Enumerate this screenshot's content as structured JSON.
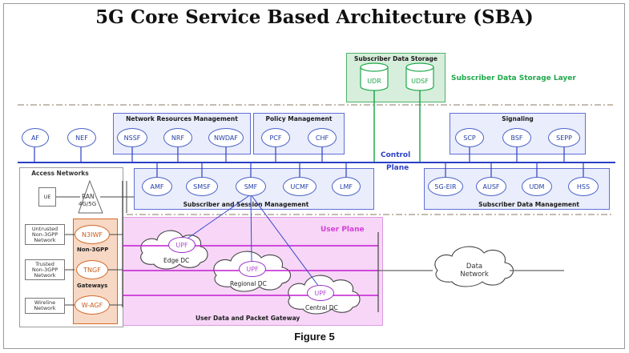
{
  "title": "5G Core Service Based Architecture (SBA)",
  "figure_caption": "Figure 5",
  "storage": {
    "group_label": "Subscriber Data Storage",
    "layer_label": "Subscriber Data Storage Layer",
    "items": [
      "UDR",
      "UDSF"
    ]
  },
  "control_plane": {
    "label_1": "Control",
    "label_2": "Plane"
  },
  "standalone_nfs": [
    "AF",
    "NEF"
  ],
  "network_resources": {
    "label": "Network Resources Management",
    "items": [
      "NSSF",
      "NRF",
      "NWDAF"
    ]
  },
  "policy": {
    "label": "Policy Management",
    "items": [
      "PCF",
      "CHF"
    ]
  },
  "signaling": {
    "label": "Signaling",
    "items": [
      "SCP",
      "BSF",
      "SEPP"
    ]
  },
  "session_mgmt": {
    "label": "Subscriber and Session Management",
    "items": [
      "AMF",
      "SMSF",
      "SMF",
      "UCMF",
      "LMF"
    ]
  },
  "subscriber_data_mgmt": {
    "label": "Subscriber Data Management",
    "items": [
      "5G-EIR",
      "AUSF",
      "UDM",
      "HSS"
    ]
  },
  "access_networks": {
    "label": "Access Networks",
    "ue": "UE",
    "ran_1": "RAN",
    "ran_2": "4G/5G"
  },
  "non3gpp": {
    "label_1": "Non-3GPP",
    "label_2": "Gateways",
    "gateways": [
      "N3IWF",
      "TNGF",
      "W-AGF"
    ],
    "networks": [
      [
        "Untrusted",
        "Non-3GPP",
        "Network"
      ],
      [
        "Trusted",
        "Non-3GPP",
        "Network"
      ],
      [
        "Wireline",
        "Network"
      ]
    ]
  },
  "user_plane": {
    "label": "User Plane",
    "bottom_label": "User Data and Packet Gateway",
    "upf": "UPF",
    "dcs": [
      "Edge DC",
      "Regional DC",
      "Central DC"
    ]
  },
  "data_network": {
    "line_1": "Data",
    "line_2": "Network"
  },
  "colors": {
    "bus_blue": "#2b3fc4",
    "group_fill": "#eaedfb",
    "storage_green": "#1fa84a",
    "user_plane_pink": "#f6d4f6",
    "gateway_orange": "#d36a2a"
  }
}
